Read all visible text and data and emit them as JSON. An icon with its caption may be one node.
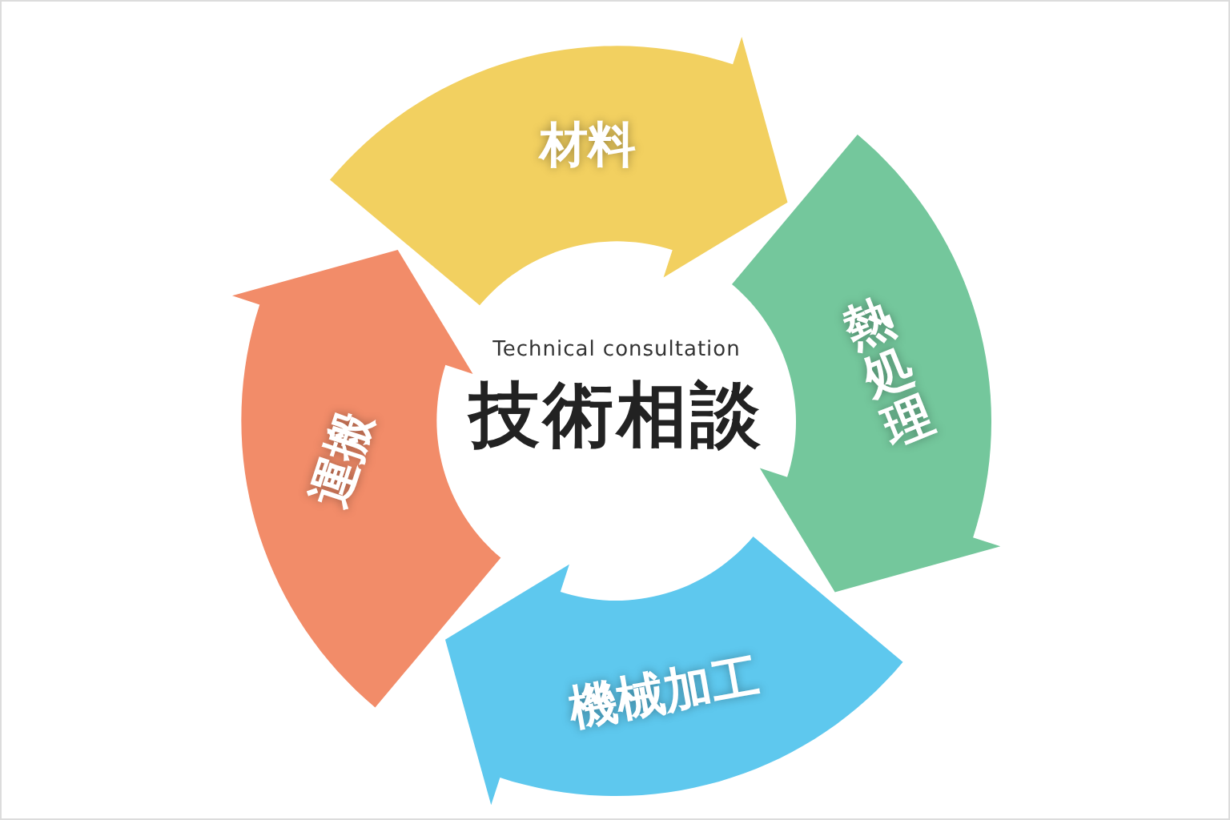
{
  "diagram": {
    "nodes": [
      {
        "text": [
          "Technical consultation",
          "技術相談"
        ]
      },
      {
        "text": [
          "材料"
        ]
      },
      {
        "text": [
          "熱処理"
        ]
      },
      {
        "text": [
          "機械加工"
        ]
      },
      {
        "text": [
          "運搬"
        ]
      }
    ]
  }
}
